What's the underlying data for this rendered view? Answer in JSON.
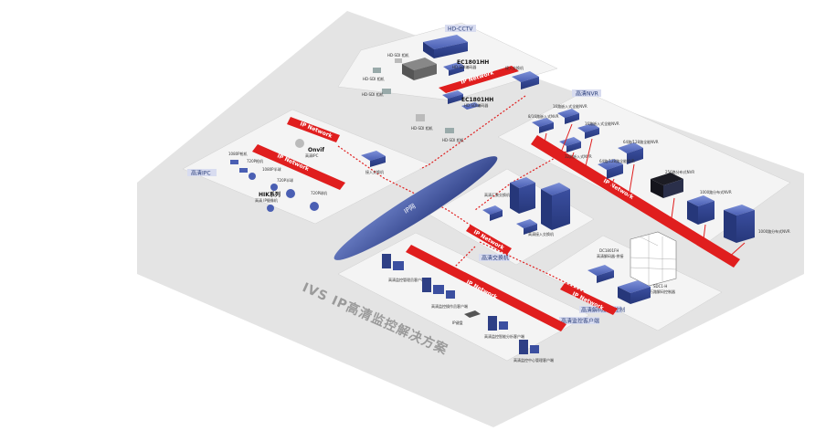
{
  "title": "IVS IP高清监控解决方案",
  "colors": {
    "platform": "#e3e3e3",
    "panel": "#f3f3f3",
    "network": "#e01e1e",
    "device": "#3b4fa0",
    "device_light": "#5f76c8",
    "cloud": "#3a4f9a",
    "zone_tag": "#d8dcf0"
  },
  "cloud_label": "IP网",
  "network_label": "IP Network",
  "zones": {
    "cctv": "HD-CCTV",
    "ipc": "高清IPC",
    "nvr": "高清NVR",
    "switch": "高清交换机",
    "monitor": "高清监控客户端",
    "decoder": "高清解码拼接控制"
  },
  "cctv": {
    "sdi_a": "HD-SDI 相机",
    "sdi_b": "HD-SDI 相机",
    "sdi_c": "HD-SDI 相机",
    "sdi_d": "HD-SDI 相机",
    "sdi_e": "HD-SDI 相机",
    "encoder1_title": "EC1801HH",
    "encoder1_sub": "HD-SDI编码器",
    "encoder2_title": "EC1801HH",
    "encoder2_sub": "HD-SDI编码器",
    "access_switch": "接入交换机"
  },
  "ipc": {
    "cam_a": "1080P枪机",
    "cam_b": "720P枪机",
    "cam_c": "1080P半球",
    "cam_d": "720P半球",
    "cam_e": "720P球机",
    "onvif_title": "Onvif",
    "onvif_sub": "高清IPC",
    "hik_title": "HIK系列",
    "hik_sub": "高清 IP摄像机",
    "access_switch": "接入交换机"
  },
  "nvr": {
    "n1": "8/16路嵌入式NVR",
    "n2": "16路嵌入式全能NVR",
    "n3": "16路嵌入式全能NVR",
    "n4": "32路嵌入式NVR",
    "n5": "64路/128路全能NVR",
    "n6": "64路/128路全能NVR",
    "n7": "256路分布式NVR",
    "n8": "1000路分布式NVR",
    "n9": "1000路分布式NVR"
  },
  "switch": {
    "core": "高清汇聚交换机",
    "access": "高清接入交换机"
  },
  "monitor": {
    "m1": "高清监控管理员客户端",
    "m2": "高清监控操作员客户端",
    "m3": "IP键盘",
    "m4": "高清监控智能分析客户端",
    "m5": "高清监控中心管理客户端"
  },
  "decoder": {
    "d1_title": "DC1801FH",
    "d1_sub": "高清解码器-拼接",
    "d2_title": "SDC1-H",
    "d2_sub": "万路解码控制器"
  }
}
